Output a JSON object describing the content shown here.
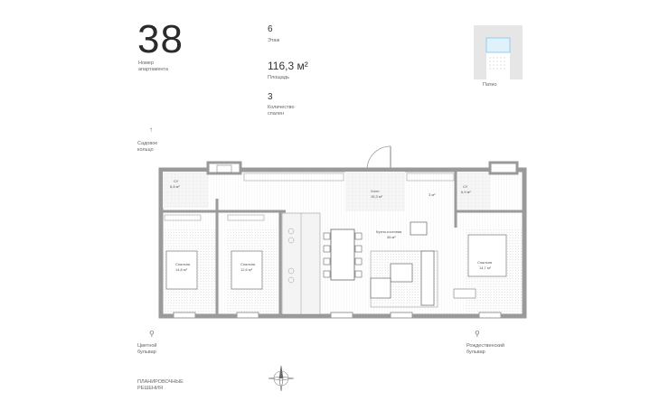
{
  "apartment": {
    "number": "38",
    "number_label_line1": "Номер",
    "number_label_line2": "апартамента"
  },
  "stats": {
    "floor_value": "6",
    "floor_label": "Этаж",
    "area_value": "116,3 м²",
    "area_label": "Площадь",
    "bedrooms_value": "3",
    "bedrooms_label_line1": "Количество",
    "bedrooms_label_line2": "спален"
  },
  "minimap": {
    "label": "Патио"
  },
  "streets": {
    "top_left_line1": "Садовое",
    "top_left_line2": "кольцо",
    "bottom_left_line1": "Цветной",
    "bottom_left_line2": "бульвар",
    "bottom_right_line1": "Рождественский",
    "bottom_right_line2": "бульвар"
  },
  "plan_title": {
    "line1": "ПЛАНИРОВОЧНЫЕ",
    "line2": "РЕШЕНИЯ"
  },
  "rooms": {
    "wc1": "6,8 м²",
    "wc1_name": "СУ",
    "bed1_name": "Спальня",
    "bed1_area": "14,8 м²",
    "bed2_name": "Спальня",
    "bed2_area": "12,6 м²",
    "hall_name": "Холл",
    "hall_area": "15,3 м²",
    "storage_area": "3 м²",
    "wc2_name": "СУ",
    "wc2_area": "6,9 м²",
    "kitchen_name": "Кухня-гостиная",
    "kitchen_area": "36 м²",
    "bed3_name": "Спальня",
    "bed3_area": "14,7 м²"
  },
  "colors": {
    "wall": "#9a9a9a",
    "floor_hatch": "#d9d9d9",
    "text": "#333333",
    "muted": "#666666"
  }
}
